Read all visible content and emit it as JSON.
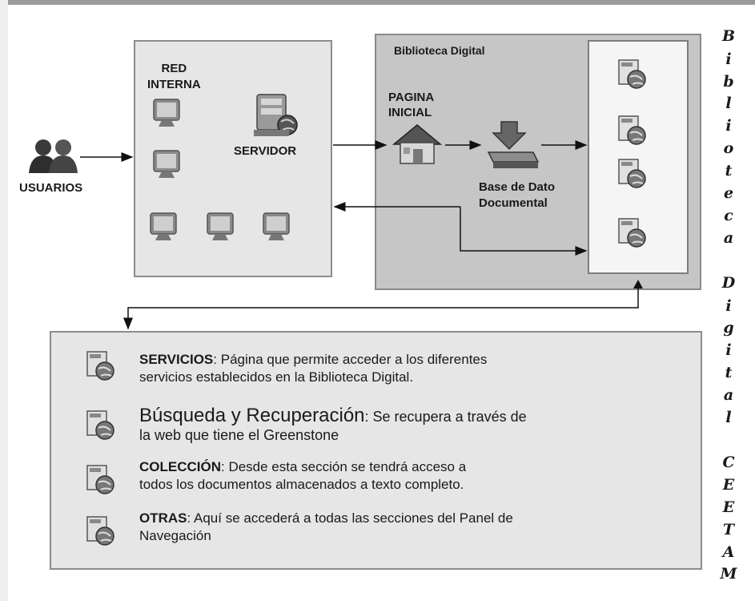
{
  "left_group": {
    "users_label": "USUARIOS"
  },
  "red_interna": {
    "title_line1": "RED",
    "title_line2": "INTERNA",
    "server_label": "SERVIDOR"
  },
  "biblioteca": {
    "title": "Biblioteca Digital",
    "home_line1": "PAGINA",
    "home_line2": "INICIAL",
    "db_line1": "Base de Dato",
    "db_line2": "Documental"
  },
  "side_title": [
    "B",
    "i",
    "b",
    "l",
    "i",
    "o",
    "t",
    "e",
    "c",
    "a",
    "D",
    "i",
    "g",
    "i",
    "t",
    "a",
    "l",
    "C",
    "E",
    "E",
    "T",
    "A",
    "M"
  ],
  "legend": [
    {
      "keyword": "SERVICIOS",
      "text1": ": Página que permite acceder a los diferentes",
      "text2": "servicios establecidos en la Biblioteca Digital."
    },
    {
      "keyword": "Búsqueda y Recuperación",
      "text1": ": Se recupera a través de",
      "text2": "la web que tiene el Greenstone"
    },
    {
      "keyword": "COLECCIÓN",
      "text1": ": Desde esta sección se tendrá acceso a",
      "text2": "todos los documentos almacenados a texto completo."
    },
    {
      "keyword": "OTRAS",
      "text1": ": Aquí se accederá a todas las secciones del Panel de",
      "text2": "Navegación"
    }
  ]
}
